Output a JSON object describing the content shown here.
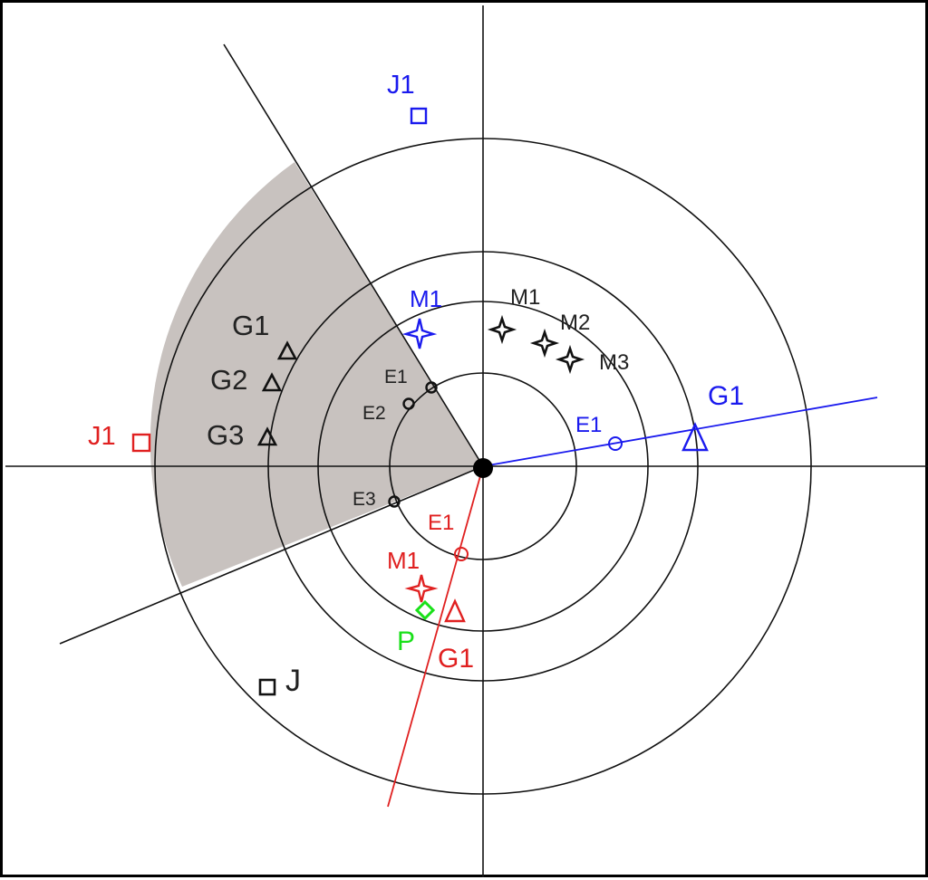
{
  "colors": {
    "black": "#111111",
    "blue": "#1a1aee",
    "red": "#e02020",
    "green": "#19e019",
    "sector_fill": "#c8c2bf"
  },
  "labels": {
    "j1_blue": "J1",
    "m1_blue": "M1",
    "e1_blue": "E1",
    "g1_blue": "G1",
    "m1_black": "M1",
    "m2_black": "M2",
    "m3_black": "M3",
    "e1_black": "E1",
    "e2_black": "E2",
    "e3_black": "E3",
    "g1_black": "G1",
    "g2_black": "G2",
    "g3_black": "G3",
    "j1_red": "J1",
    "e1_red": "E1",
    "m1_red": "M1",
    "g1_red": "G1",
    "p_green": "P",
    "j_black": "J"
  }
}
